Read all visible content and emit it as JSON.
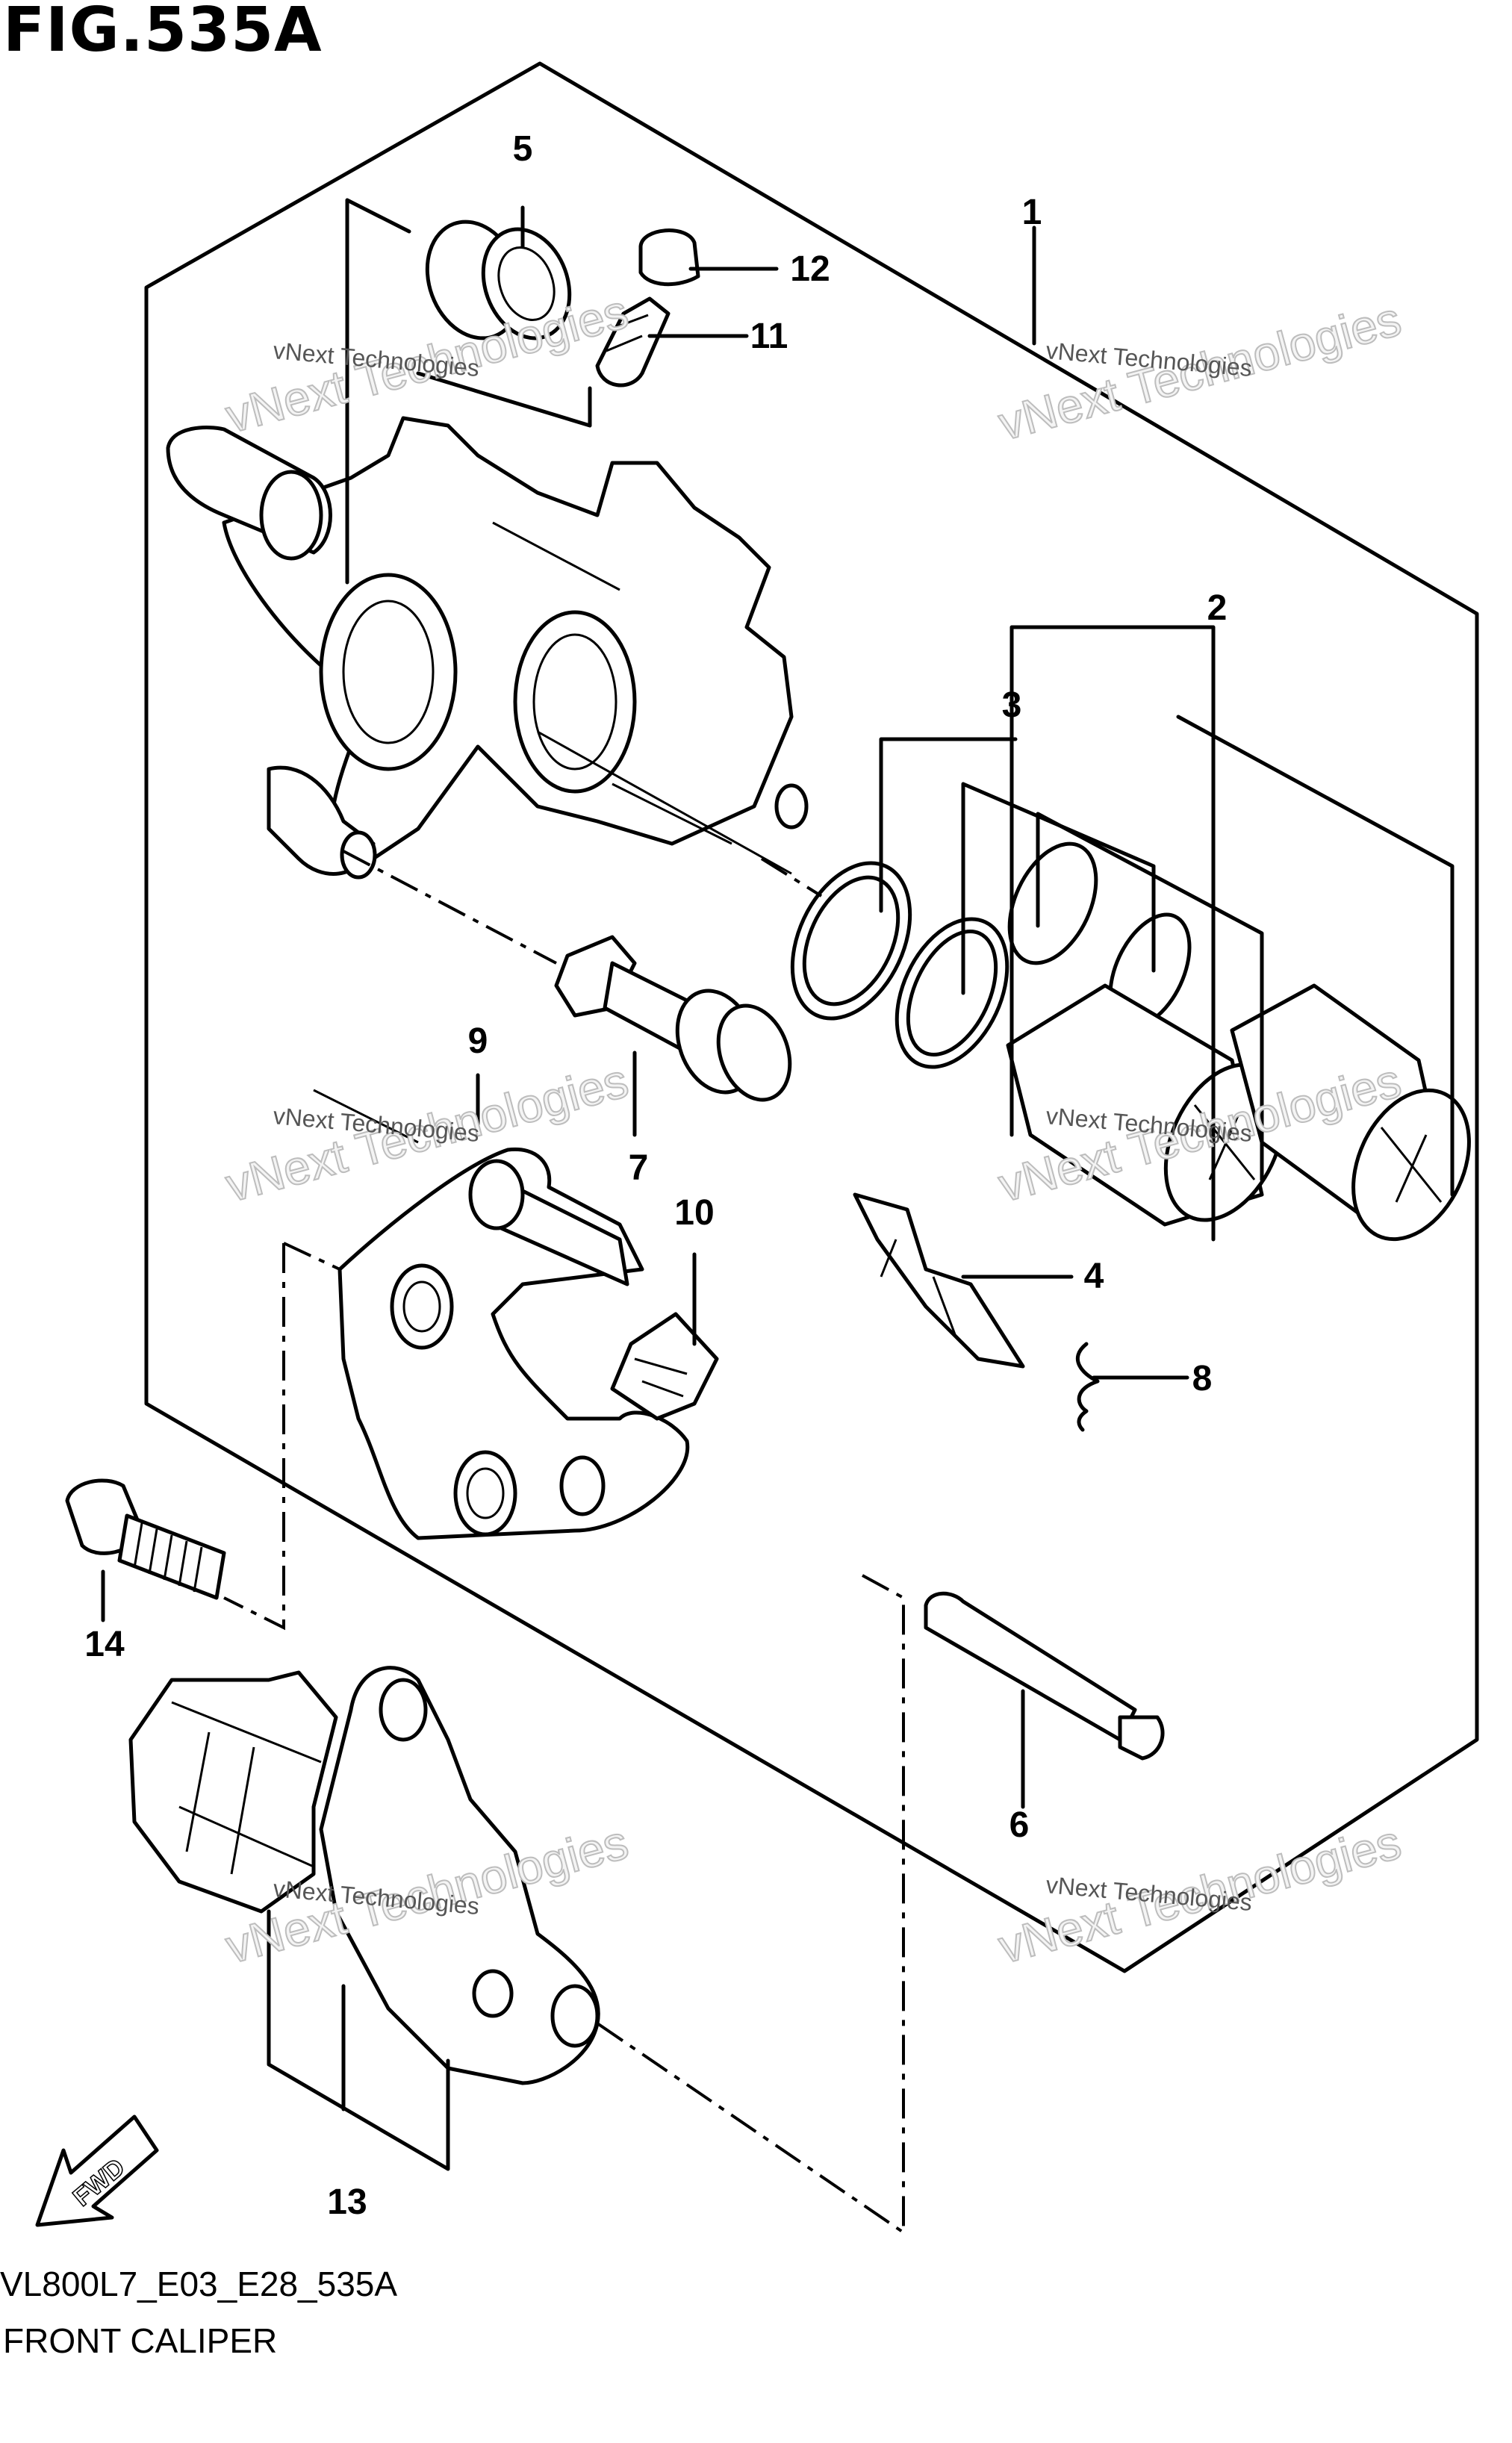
{
  "figure": {
    "title": "FIG.535A",
    "code": "VL800L7_E03_E28_535A",
    "caption": "FRONT CALIPER",
    "direction_label": "FWD"
  },
  "watermark": {
    "line1": "vNext Technologies",
    "line2": "vNext Technologies"
  },
  "callouts": [
    "1",
    "2",
    "3",
    "4",
    "5",
    "6",
    "7",
    "8",
    "9",
    "10",
    "11",
    "12",
    "13",
    "14"
  ]
}
